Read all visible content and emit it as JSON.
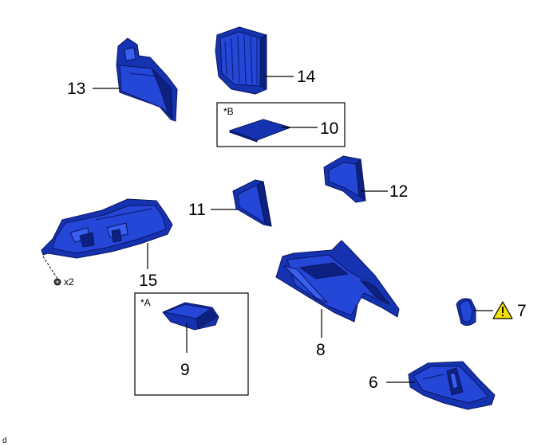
{
  "diagram": {
    "callouts": {
      "p6": "6",
      "p7": "7",
      "p8": "8",
      "p9": "9",
      "p10": "10",
      "p11": "11",
      "p12": "12",
      "p13": "13",
      "p14": "14",
      "p15": "15"
    },
    "boxes": {
      "box_a_label": "*A",
      "box_b_label": "*B"
    },
    "clip_quantity": "x2",
    "corner_code": "d",
    "colors": {
      "part_fill": "#2547d8",
      "warning_fill": "#f5e100"
    },
    "warning_icon": "caution-triangle-icon"
  }
}
